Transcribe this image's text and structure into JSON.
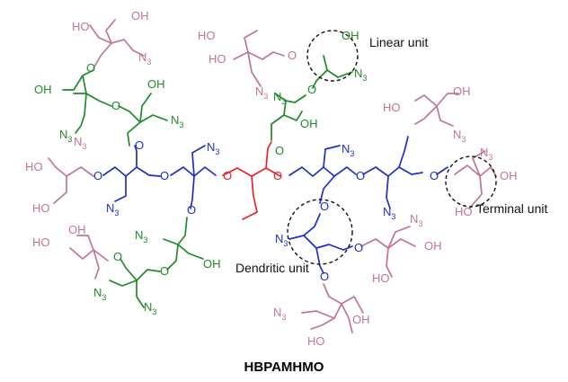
{
  "colors": {
    "core": "#e8232a",
    "dendritic": "#1f2fc8",
    "linear": "#1f8a2a",
    "terminal": "#c0778e",
    "annotation": "#111111"
  },
  "atom_labels": {
    "hydroxyl": "OH",
    "hydroxyl_left": "HO",
    "ether": "O",
    "azide": "N",
    "azide_sub": "3"
  },
  "annotations": {
    "linear_unit": "Linear unit",
    "terminal_unit": "Terminal unit",
    "dendritic_unit": "Dendritic unit"
  },
  "compound_name": "HBPAMHMO"
}
